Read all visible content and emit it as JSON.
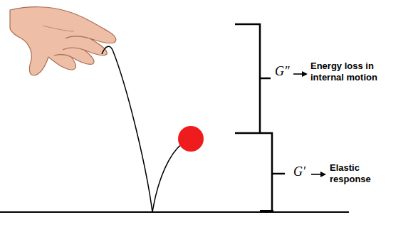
{
  "diagram": {
    "labels": [
      "G″",
      "Energy loss in internal motion",
      "G′",
      "Elastic response"
    ]
  }
}
